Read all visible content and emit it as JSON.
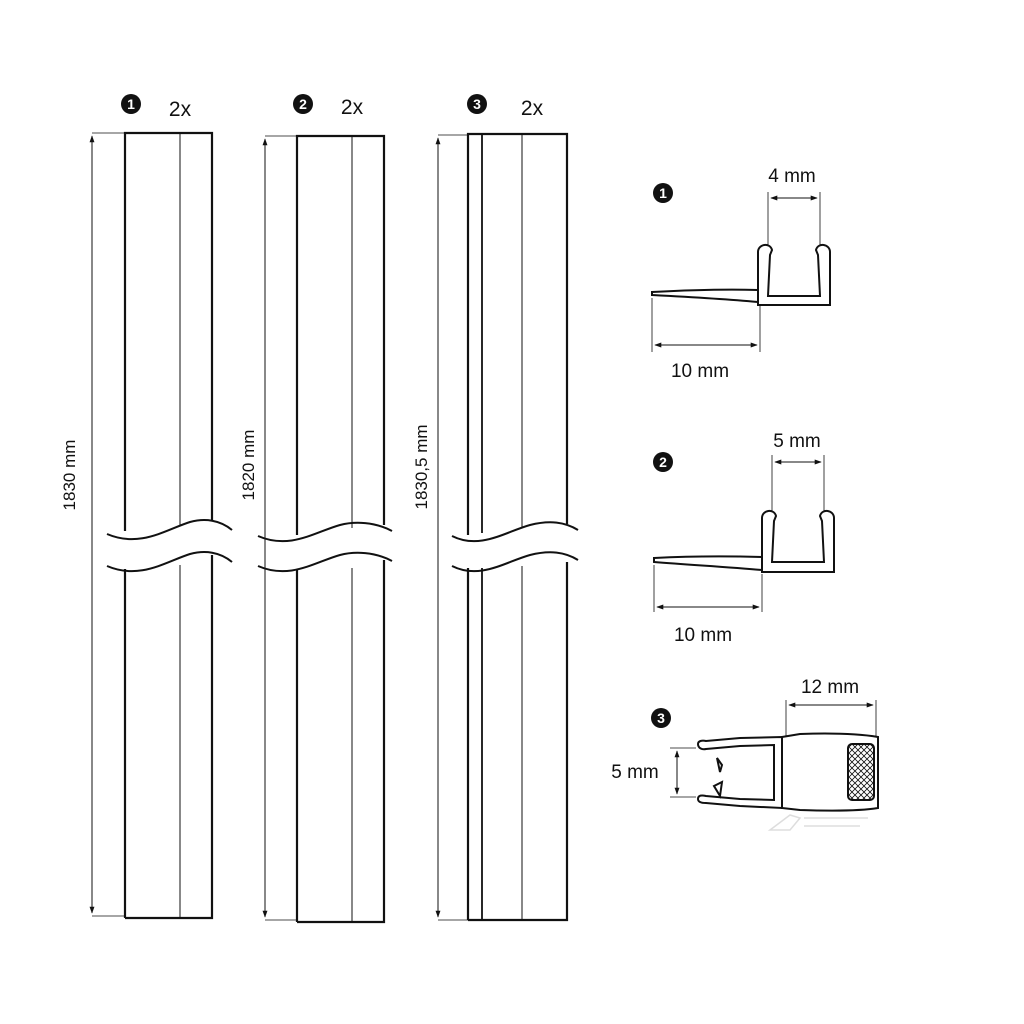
{
  "strips": [
    {
      "number": "1",
      "quantity": "2x",
      "length": "1830 mm"
    },
    {
      "number": "2",
      "quantity": "2x",
      "length": "1820 mm"
    },
    {
      "number": "3",
      "quantity": "2x",
      "length": "1830,5 mm"
    }
  ],
  "profiles": [
    {
      "number": "1",
      "width_label": "4 mm",
      "flap_label": "10 mm"
    },
    {
      "number": "2",
      "width_label": "5 mm",
      "flap_label": "10 mm"
    },
    {
      "number": "3",
      "width_label": "12 mm",
      "height_label": "5 mm"
    }
  ],
  "colors": {
    "line": "#111111",
    "background": "#ffffff",
    "watermark": "#c8c8c8"
  },
  "watermark_logo": "rs-logo"
}
